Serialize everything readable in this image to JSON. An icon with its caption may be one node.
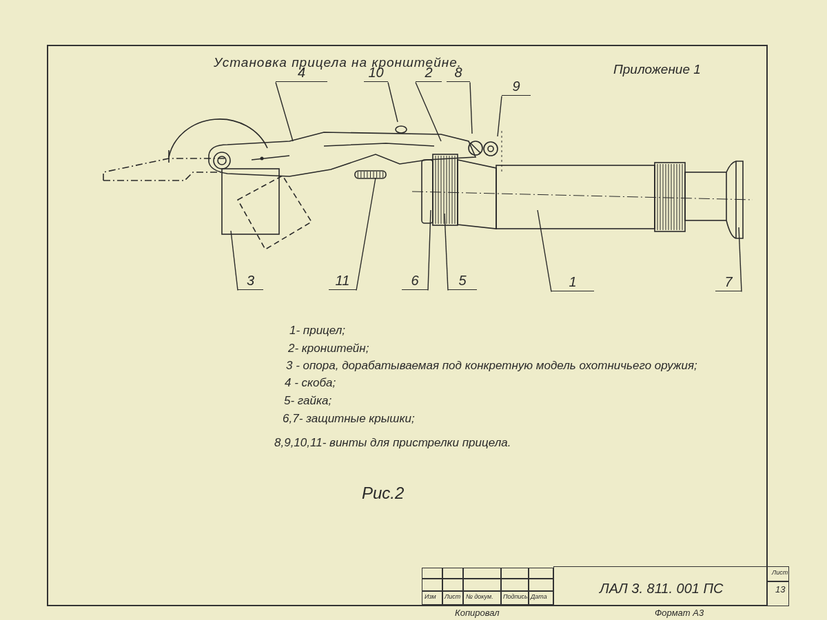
{
  "diagram": {
    "title": "Установка прицела на кронштейне.",
    "caption": "Рис.2",
    "nodes": [
      {
        "text": [
          "4"
        ]
      },
      {
        "text": [
          "10"
        ]
      },
      {
        "text": [
          "2"
        ]
      },
      {
        "text": [
          "8"
        ]
      },
      {
        "text": [
          "9"
        ]
      },
      {
        "text": [
          "3"
        ]
      },
      {
        "text": [
          "11"
        ]
      },
      {
        "text": [
          "6"
        ]
      },
      {
        "text": [
          "5"
        ]
      },
      {
        "text": [
          "1"
        ]
      },
      {
        "text": [
          "7"
        ]
      }
    ],
    "edges": [
      {
        "from": 0,
        "to": null,
        "arrow": "none"
      },
      {
        "from": 1,
        "to": null,
        "arrow": "none"
      },
      {
        "from": 2,
        "to": null,
        "arrow": "none"
      },
      {
        "from": 3,
        "to": null,
        "arrow": "none"
      },
      {
        "from": 4,
        "to": null,
        "arrow": "none"
      },
      {
        "from": 5,
        "to": null,
        "arrow": "none"
      },
      {
        "from": 6,
        "to": null,
        "arrow": "none"
      },
      {
        "from": 7,
        "to": null,
        "arrow": "none"
      },
      {
        "from": 8,
        "to": null,
        "arrow": "none"
      },
      {
        "from": 9,
        "to": null,
        "arrow": "none"
      },
      {
        "from": 10,
        "to": null,
        "arrow": "none"
      }
    ],
    "labels": [
      "Приложение 1",
      "1- прицел;",
      "2- кронштейн;",
      "3 - опора, дорабатываемая под конкретную модель охотничьего оружия;",
      "4 - скоба;",
      "5- гайка;",
      "6,7- защитные крышки;",
      "8,9,10,11- винты для пристрелки прицела.",
      "ЛАЛ 3. 811. 001 ПС",
      "Лист",
      "13",
      "Изм",
      "Лист",
      "№ докум.",
      "Подпись",
      "Дата",
      "Копировал",
      "Формат А3"
    ]
  }
}
